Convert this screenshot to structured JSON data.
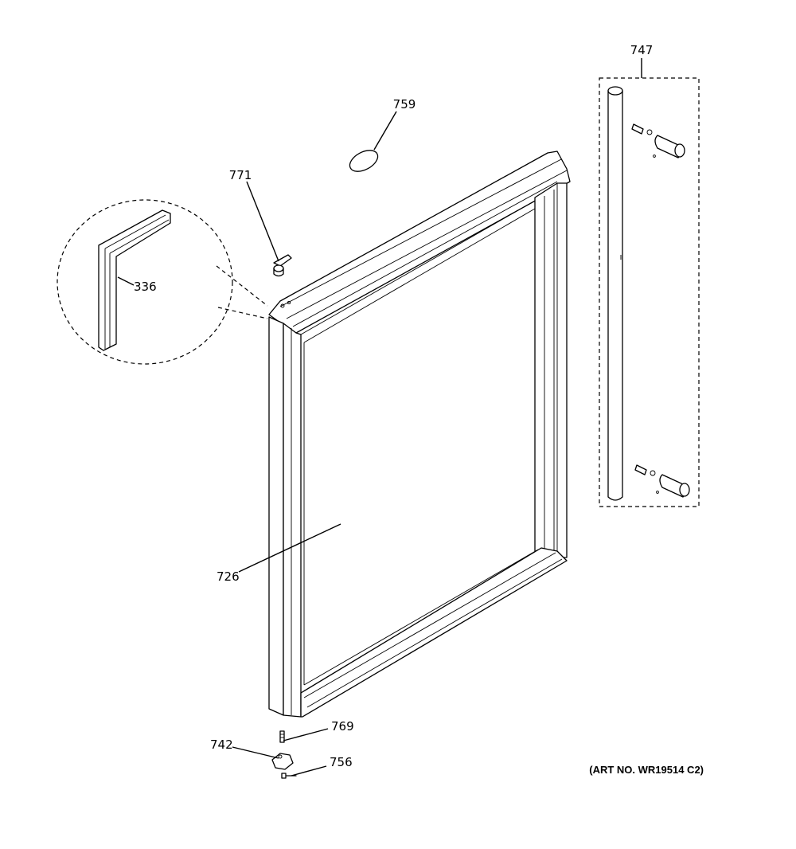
{
  "callouts": {
    "c336": "336",
    "c726": "726",
    "c742": "742",
    "c747": "747",
    "c756": "756",
    "c759": "759",
    "c769": "769",
    "c771": "771"
  },
  "art_number": "(ART NO. WR19514 C2)"
}
